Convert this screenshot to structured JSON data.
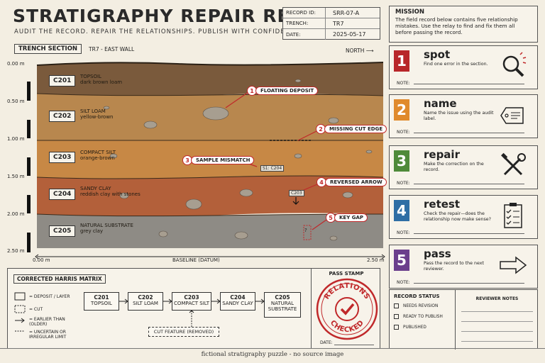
{
  "header": {
    "title": "STRATIGRAPHY REPAIR RELAY",
    "subtitle": "AUDIT THE RECORD. REPAIR THE RELATIONSHIPS. PUBLISH WITH CONFIDENCE.",
    "record": [
      {
        "key": "RECORD ID:",
        "value": "SRR-07-A"
      },
      {
        "key": "TRENCH:",
        "value": "TR7"
      },
      {
        "key": "DATE:",
        "value": "2025-05-17"
      }
    ]
  },
  "mission": {
    "title": "MISSION",
    "text": "The field record below contains five relationship mistakes. Use the relay to find and fix them all before passing the record."
  },
  "section": {
    "header_label": "TRENCH SECTION",
    "header_sub": "TR7 - EAST WALL",
    "north": "NORTH",
    "depths": [
      "0.00 m",
      "0.50 m",
      "1.00 m",
      "1.50 m",
      "2.00 m",
      "2.50 m"
    ],
    "baseline": "BASELINE (DATUM)",
    "x_start": "0.00 m",
    "x_end": "2.50 m",
    "layers": [
      {
        "id": "C201",
        "name": "TOPSOIL",
        "desc": "dark brown loam",
        "color": "#7a5a3c"
      },
      {
        "id": "C202",
        "name": "SILT LOAM",
        "desc": "yellow-brown",
        "color": "#b8874e"
      },
      {
        "id": "C203",
        "name": "COMPACT SILT",
        "desc": "orange-brown",
        "color": "#c78845"
      },
      {
        "id": "C204",
        "name": "SANDY CLAY",
        "desc": "reddish clay with stones",
        "color": "#b3603a"
      },
      {
        "id": "C205",
        "name": "NATURAL SUBSTRATE",
        "desc": "grey clay",
        "color": "#8e8b85"
      }
    ],
    "callouts": [
      {
        "num": "1",
        "label": "FLOATING DEPOSIT"
      },
      {
        "num": "2",
        "label": "MISSING CUT EDGE"
      },
      {
        "num": "3",
        "label": "SAMPLE MISMATCH"
      },
      {
        "num": "4",
        "label": "REVERSED ARROW"
      },
      {
        "num": "5",
        "label": "KEY GAP"
      }
    ],
    "tags": {
      "sample": "S1: C204",
      "arrow_tag": "C203",
      "key_gap": "?"
    }
  },
  "steps": [
    {
      "num": "1",
      "word": "spot",
      "desc": "Find one error in the section.",
      "color": "#b8272a",
      "icon": "magnifier-icon"
    },
    {
      "num": "2",
      "word": "name",
      "desc": "Name the issue using the audit label.",
      "color": "#e08a2c",
      "icon": "tag-icon"
    },
    {
      "num": "3",
      "word": "repair",
      "desc": "Make the correction on the record.",
      "color": "#4f8a3a",
      "icon": "tools-icon"
    },
    {
      "num": "4",
      "word": "retest",
      "desc": "Check the repair—does the relationship now make sense?",
      "color": "#2f6ea5",
      "icon": "checklist-icon"
    },
    {
      "num": "5",
      "word": "pass",
      "desc": "Pass the record to the next reviewer.",
      "color": "#6b3f8c",
      "icon": "arrow-right-icon"
    }
  ],
  "note_label": "NOTE:",
  "matrix": {
    "title": "CORRECTED HARRIS MATRIX",
    "legend": [
      {
        "label": "= DEPOSIT / LAYER"
      },
      {
        "label": "= CUT"
      },
      {
        "label": "= EARLIER THAN (OLDER)"
      },
      {
        "label": "= UNCERTAIN OR IRREGULAR LIMIT"
      }
    ],
    "boxes": [
      {
        "id": "C201",
        "name": "TOPSOIL"
      },
      {
        "id": "C202",
        "name": "SILT LOAM"
      },
      {
        "id": "C203",
        "name": "COMPACT SILT"
      },
      {
        "id": "C204",
        "name": "SANDY CLAY"
      },
      {
        "id": "C205",
        "name": "NATURAL SUBSTRATE"
      }
    ],
    "cut_feature": "CUT FEATURE (REMOVED)"
  },
  "stamp": {
    "title": "PASS STAMP",
    "top_text": "RELATIONS",
    "bottom_text": "CHECKED",
    "date_label": "DATE:"
  },
  "status": {
    "title": "RECORD STATUS",
    "options": [
      "NEEDS REVISION",
      "READY TO PUBLISH",
      "PUBLISHED"
    ],
    "reviewer_title": "REVIEWER NOTES"
  },
  "footer": "fictional stratigraphy puzzle - no source image"
}
